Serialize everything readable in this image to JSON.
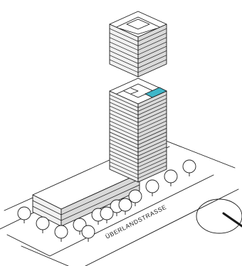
{
  "street": {
    "name": "ÜBERLANDSTRASSE"
  },
  "north_arrow": {
    "icon": "north-arrow-icon"
  },
  "colors": {
    "accent_roof": "#3fb6c8",
    "stroke": "#1a1a1a",
    "facade_left": "#f1f1f1",
    "facade_right": "#d9d9d9"
  },
  "model": {
    "tower_floors": 21,
    "detached_module_floors": 9,
    "podium_floors": 3,
    "tree_count": 14
  }
}
